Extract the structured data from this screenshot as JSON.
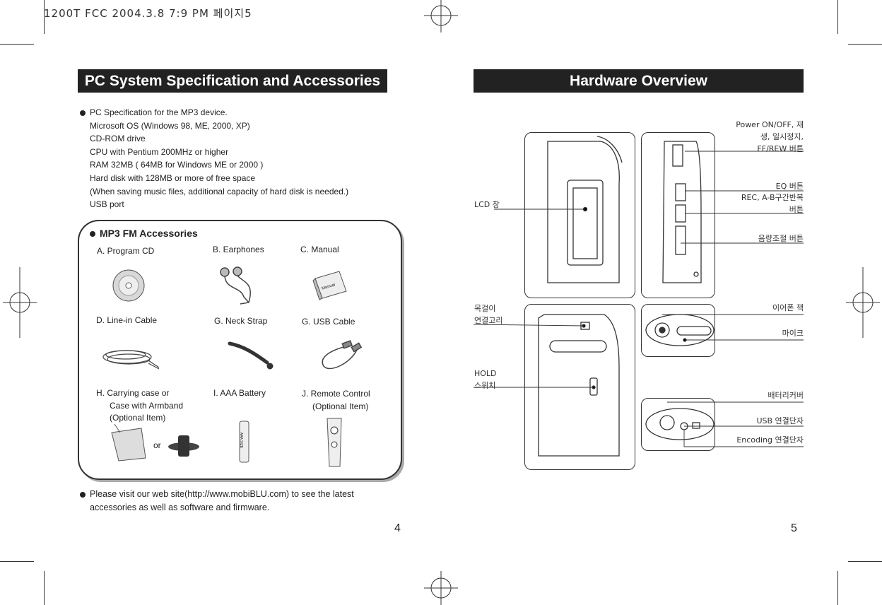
{
  "print_header": "1200T FCC  2004.3.8 7:9 PM 페이지5",
  "left_page": {
    "title": "PC System Specification and Accessories",
    "spec_lines": [
      "PC Specification for the MP3 device.",
      "Microsoft OS (Windows 98, ME, 2000, XP)",
      "CD-ROM drive",
      "CPU with Pentium 200MHz or higher",
      "RAM 32MB ( 64MB for Windows ME or 2000 )",
      "Hard disk with 128MB or more of free space",
      "(When saving music files, additional capacity of hard disk is needed.)",
      "USB port"
    ],
    "accessories": {
      "heading": "MP3 FM Accessories",
      "items": {
        "a": "A. Program CD",
        "b": "B. Earphones",
        "c": "C. Manual",
        "d": "D. Line-in Cable",
        "g1": "G. Neck Strap",
        "g2": "G. USB Cable",
        "h1": "H. Carrying case or",
        "h2": "Case with Armband",
        "h3": "(Optional Item)",
        "i": "I. AAA Battery",
        "j1": "J. Remote Control",
        "j2": "(Optional Item)"
      },
      "or_text": "or",
      "manual_text": "Manual",
      "battery_text": "AAA SIZE"
    },
    "footer_note_1": "Please visit our web site(http://www.mobiBLU.com) to see the latest",
    "footer_note_2": "accessories  as well as software and firmware.",
    "page_number": "4"
  },
  "right_page": {
    "title": "Hardware Overview",
    "labels": {
      "power_1": "Power ON/OFF, 재",
      "power_2": "생, 일시정지,",
      "power_3": "FF/REW 버튼",
      "eq": "EQ 버튼",
      "rec_1": "REC, A-B구간반복",
      "rec_2": "버튼",
      "volume": "음량조절 버튼",
      "lcd": "LCD  창",
      "neck_1": "목걸이",
      "neck_2": "연결고리",
      "hold_1": "HOLD",
      "hold_2": "스위치",
      "earphone": "이어폰 잭",
      "mic": "마이크",
      "battery_cover": "배터리커버",
      "usb": "USB 연결단자",
      "encoding": "Encoding  연결단자"
    },
    "page_number": "5"
  }
}
